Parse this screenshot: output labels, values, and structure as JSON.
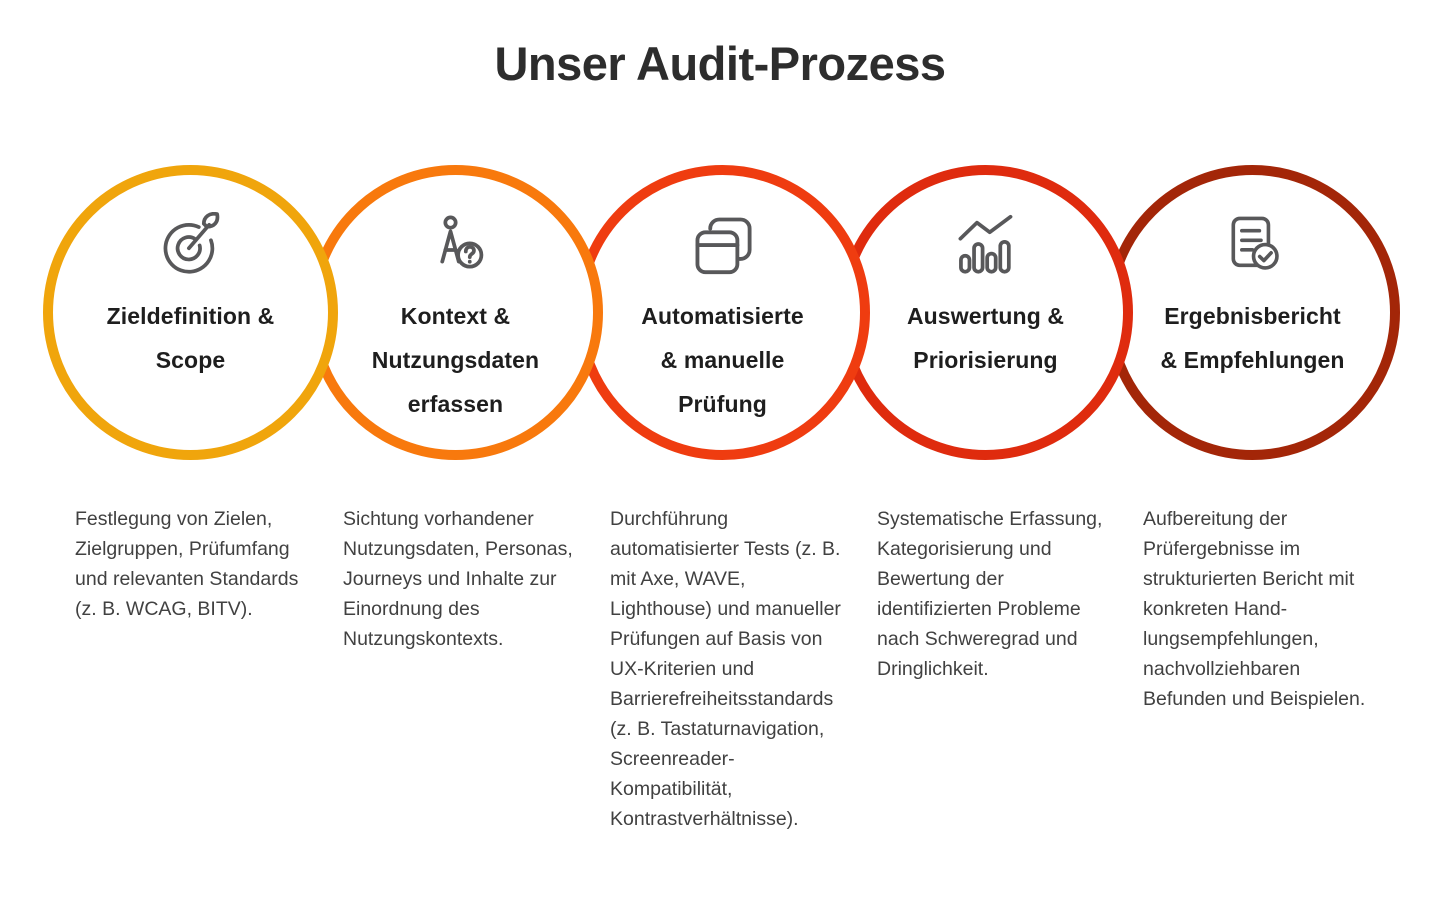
{
  "page": {
    "title": "Unser Audit-Prozess",
    "background": "#FFFFFF"
  },
  "icon_color": "#58585A",
  "text_colors": {
    "heading": "#2D2D2D",
    "step_title": "#1E1E1E",
    "body": "#414141"
  },
  "steps": [
    {
      "title": "Zieldefinition & Scope",
      "title_lines": [
        "Zieldefinition &",
        "Scope"
      ],
      "icon": "target-dart-icon",
      "ring_color": "#F0A50C",
      "description": "Festlegung von Zielen, Zielgruppen, Prüfumfang und relevanten Standards (z. B. WCAG, BITV)."
    },
    {
      "title": "Kontext & Nutzungsdaten erfassen",
      "title_lines": [
        "Kontext &",
        "Nutzungsdaten",
        "erfassen"
      ],
      "icon": "user-question-icon",
      "ring_color": "#F8790D",
      "description": "Sichtung vorhandener Nutzungsdaten, Personas, Journeys und Inhalte zur Einordnung des Nutzungskontexts."
    },
    {
      "title": "Automatisierte & manuelle Prüfung",
      "title_lines": [
        "Automatisierte",
        "& manuelle",
        "Prüfung"
      ],
      "icon": "windows-stack-icon",
      "ring_color": "#EF3C10",
      "description": "Durchführung automatisierter Tests (z. B. mit Axe, WAVE, Lighthouse) und manueller Prüfungen auf Basis von UX-Kriterien und Barrierefreiheits­standards (z. B. Tastaturnavigation, Screenreader-Kompatibilität, Kontrastverhältnisse)."
    },
    {
      "title": "Auswertung & Priorisierung",
      "title_lines": [
        "Auswertung &",
        "Priorisierung"
      ],
      "icon": "bar-chart-trend-icon",
      "ring_color": "#DF2B0E",
      "description": "Systematische Erfassung, Kategorisierung und Bewertung der identifizierten Probleme nach Schweregrad und Dringlichkeit."
    },
    {
      "title": "Ergebnisbericht & Empfehlungen",
      "title_lines": [
        "Ergebnisbericht",
        "& Empfehlungen"
      ],
      "icon": "document-check-icon",
      "ring_color": "#A32608",
      "description": "Aufbereitung der Prüfergebnisse im strukturierten Bericht mit konkreten Hand­lungsempfehlungen, nachvollziehbaren Befunden und Beispielen."
    }
  ]
}
